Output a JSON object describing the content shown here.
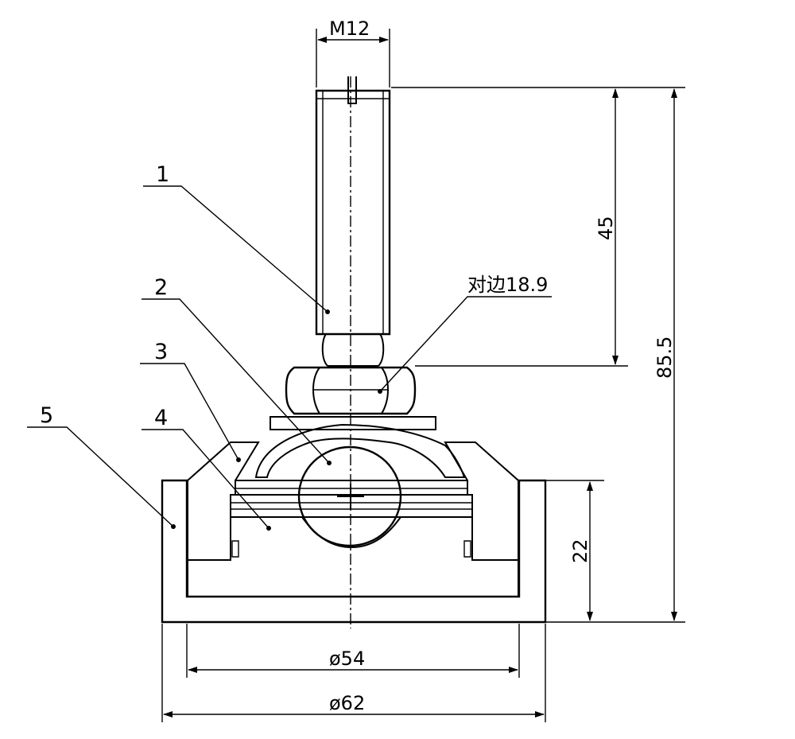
{
  "callouts": {
    "c1": "1",
    "c2": "2",
    "c3": "3",
    "c4": "4",
    "c5": "5"
  },
  "dimensions": {
    "thread": "M12",
    "across_flats": "对边18.9",
    "stud_length": "45",
    "total_height": "85.5",
    "base_height": "22",
    "inner_dia": "ø54",
    "outer_dia": "ø62"
  }
}
